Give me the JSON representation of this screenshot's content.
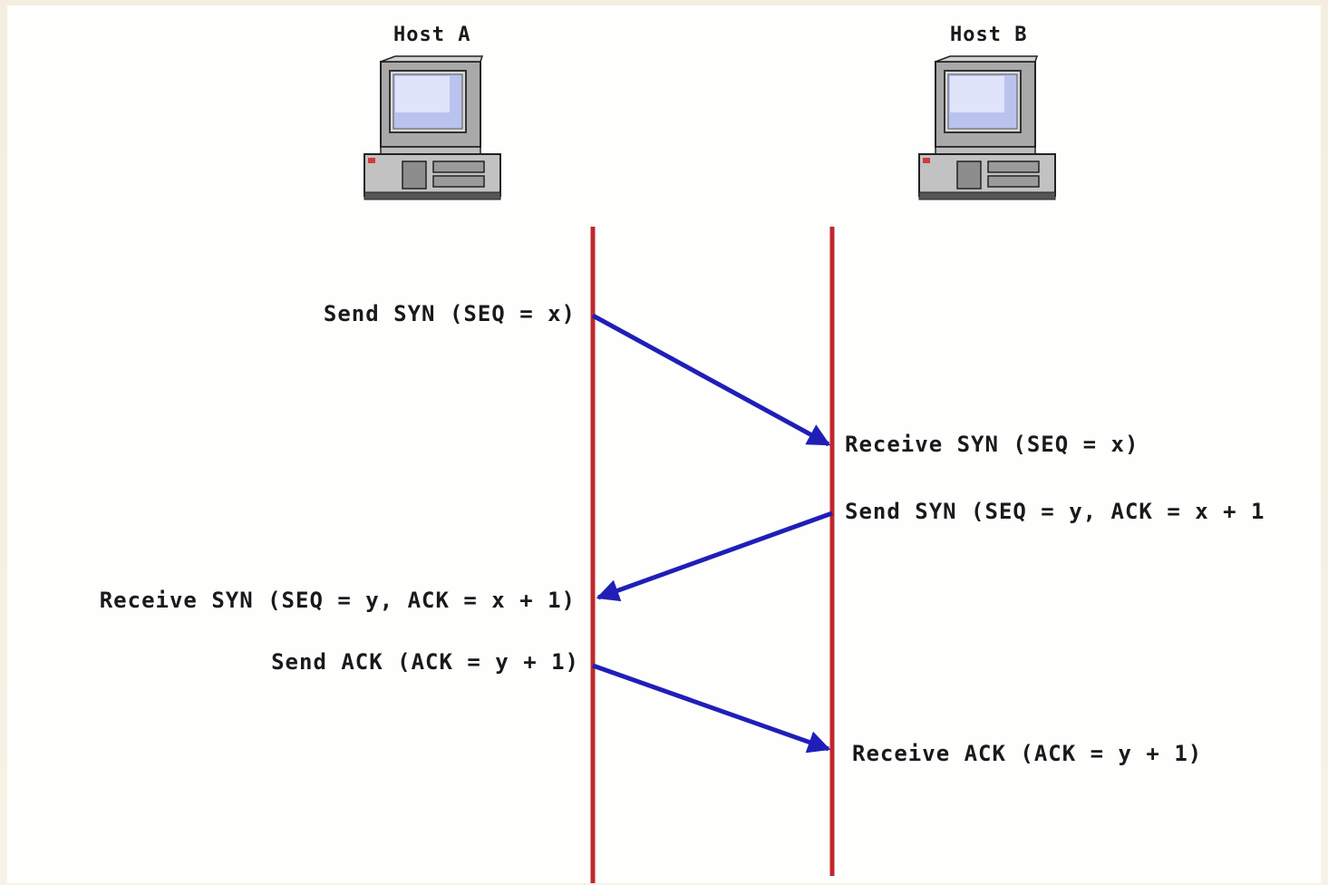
{
  "hosts": [
    {
      "label": "Host A",
      "icon": "computer-icon"
    },
    {
      "label": "Host B",
      "icon": "computer-icon"
    }
  ],
  "messages": [
    {
      "text": "Send SYN (SEQ = x)",
      "host": "A"
    },
    {
      "text": "Receive SYN (SEQ = x)",
      "host": "B"
    },
    {
      "text": "Send SYN (SEQ = y, ACK = x + 1",
      "host": "B"
    },
    {
      "text": "Receive SYN (SEQ = y, ACK = x + 1)",
      "host": "A"
    },
    {
      "text": "Send ACK (ACK = y + 1)",
      "host": "A"
    },
    {
      "text": "Receive ACK (ACK = y + 1)",
      "host": "B"
    }
  ],
  "colors": {
    "lifeline": "#c0282d",
    "arrow": "#1f1fb8",
    "background": "#f3ecdd"
  }
}
